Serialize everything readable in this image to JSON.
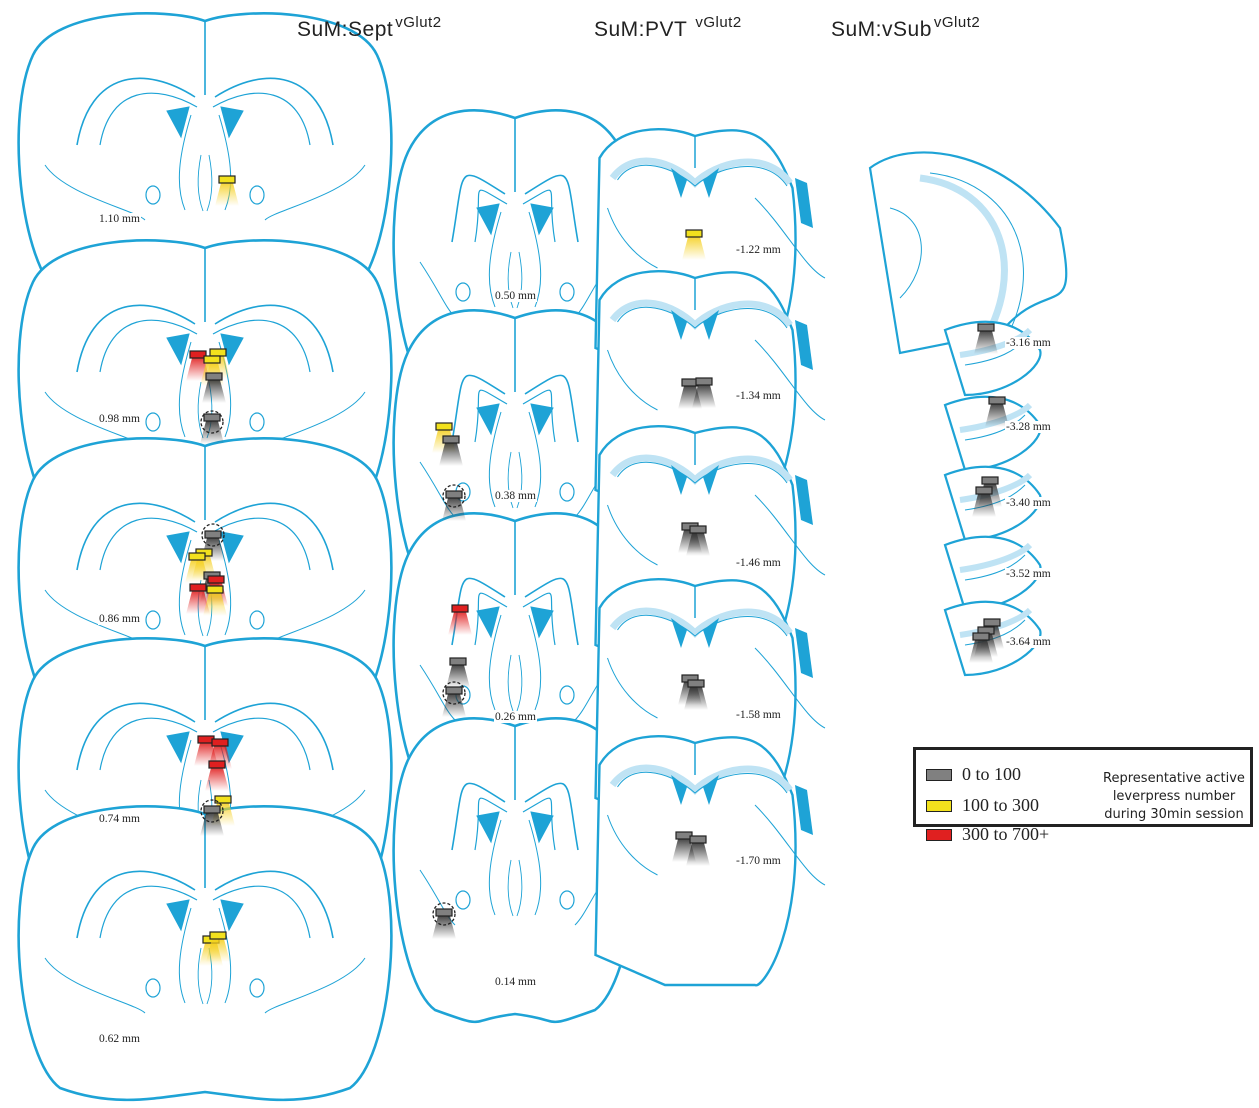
{
  "columns": [
    {
      "label": "SuM:Sept",
      "sup": "vGlut2"
    },
    {
      "label": "SuM:PVT",
      "sup": "vGlut2"
    },
    {
      "label": "SuM:vSub",
      "sup": "vGlut2"
    }
  ],
  "sept_levels": [
    "1.10 mm",
    "0.98 mm",
    "0.86 mm",
    "0.74 mm",
    "0.62 mm",
    "0.50 mm",
    "0.38 mm",
    "0.26 mm",
    "0.14 mm"
  ],
  "pvt_levels": [
    "-1.22 mm",
    "-1.34 mm",
    "-1.46 mm",
    "-1.58 mm",
    "-1.70 mm"
  ],
  "vsub_levels": [
    "-3.16 mm",
    "-3.28 mm",
    "-3.40 mm",
    "-3.52 mm",
    "-3.64 mm"
  ],
  "legend": {
    "items": [
      {
        "label": "0 to 100",
        "color": "#808080"
      },
      {
        "label": "100 to 300",
        "color": "#f2e11d"
      },
      {
        "label": "300 to 700+",
        "color": "#e02020"
      }
    ],
    "note": "Representative active leverpress number during 30min session"
  },
  "colors": {
    "outline": "#1ea3d6",
    "fill_light": "#bfe3f4",
    "gray": "#808080",
    "yellow": "#f2e11d",
    "red": "#e02020"
  }
}
